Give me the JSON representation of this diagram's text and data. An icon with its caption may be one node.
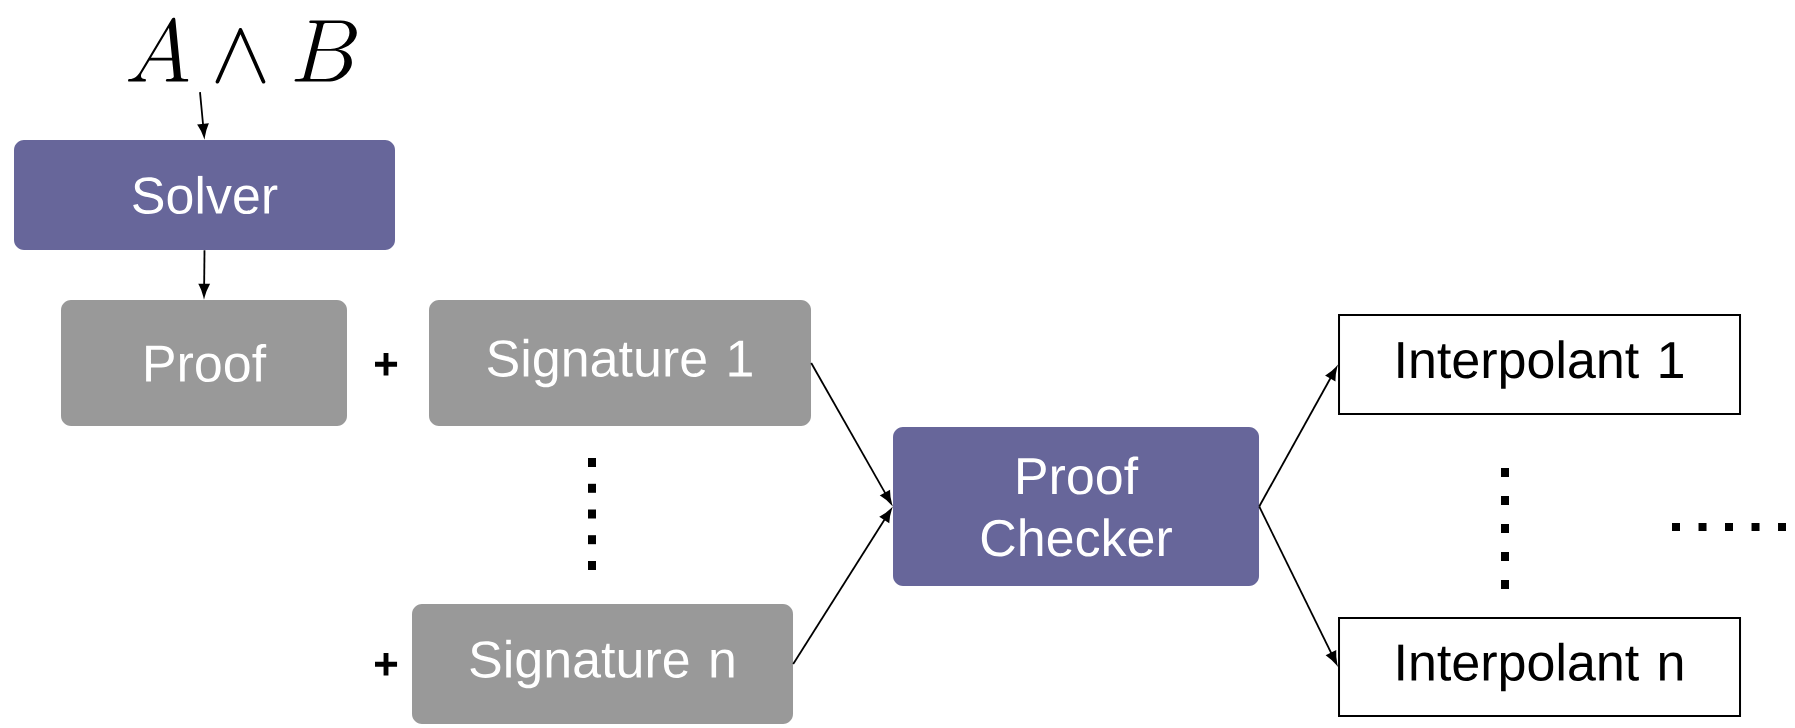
{
  "diagram": {
    "nodes": [
      {
        "text": [
          "A \\wedge B"
        ]
      },
      {
        "text": [
          "Solver"
        ]
      },
      {
        "text": [
          "Proof"
        ]
      },
      {
        "text": [
          "Signature 1"
        ]
      },
      {
        "text": [
          "Signature n"
        ]
      },
      {
        "text": [
          "Proof Checker"
        ]
      },
      {
        "text": [
          "Interpolant 1"
        ]
      },
      {
        "text": [
          "Interpolant n"
        ]
      }
    ],
    "edges": [
      {
        "from": 0,
        "to": 1,
        "arrow": "to"
      },
      {
        "from": 1,
        "to": 2,
        "arrow": "to"
      },
      {
        "from": 3,
        "to": 5,
        "arrow": "to"
      },
      {
        "from": 4,
        "to": 5,
        "arrow": "to"
      },
      {
        "from": 5,
        "to": 6,
        "arrow": "to"
      },
      {
        "from": 5,
        "to": 7,
        "arrow": "to"
      }
    ],
    "labels": [
      "+",
      "+"
    ]
  }
}
